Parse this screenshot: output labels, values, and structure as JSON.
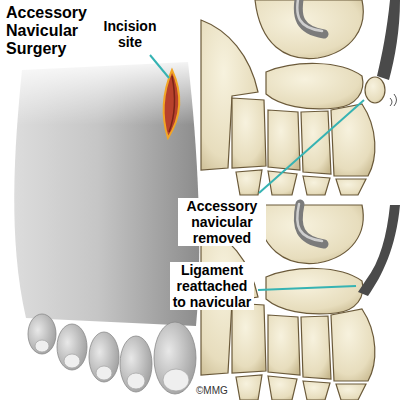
{
  "diagram": {
    "title": "Accessory Navicular Surgery",
    "labels": [
      "Incision site",
      "Accessory navicular removed",
      "Ligament reattached to navicular",
      "©MMG"
    ]
  }
}
